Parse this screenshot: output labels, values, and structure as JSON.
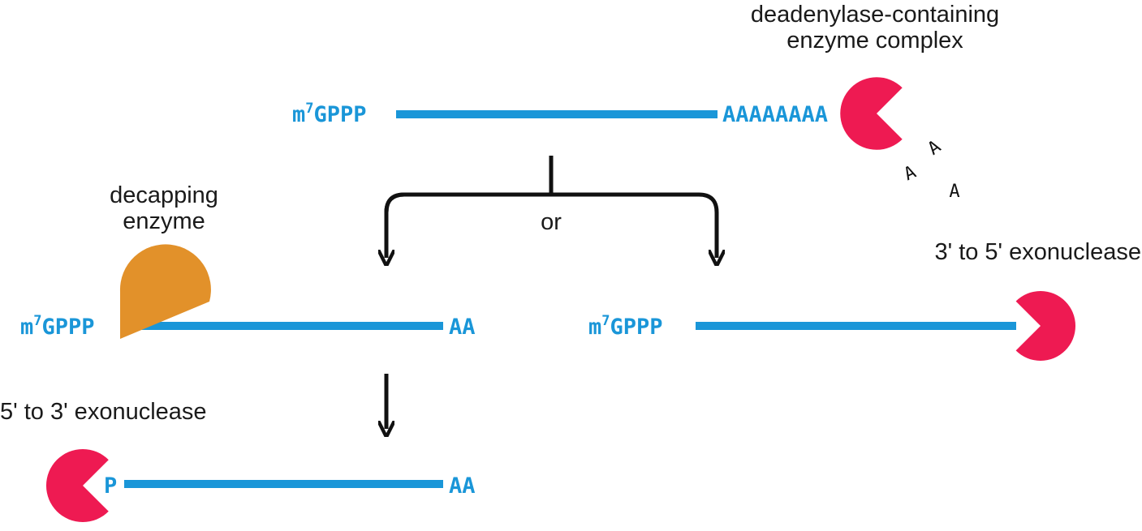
{
  "colors": {
    "mrna": "#1a96d8",
    "nuclease": "#ee1a52",
    "decapping": "#e2912a",
    "arrow": "#111111",
    "text": "#1a1a1a"
  },
  "labels": {
    "deadenylase_line1": "deadenylase-containing",
    "deadenylase_line2": "enzyme complex",
    "decapping_line1": "decapping",
    "decapping_line2": "enzyme",
    "or": "or",
    "exo_3to5": "3' to 5' exonuclease",
    "exo_5to3": "5' to 3' exonuclease"
  },
  "sequences": {
    "cap_base": "m",
    "cap_sup": "7",
    "cap_rest": "GPPP",
    "polyA_full": "AAAAAAAA",
    "polyA_short": "AA",
    "phosphate": "P",
    "released_a": "A"
  },
  "icons": [
    "deadenylase-pacman-icon",
    "decapping-enzyme-icon",
    "exonuclease-3to5-pacman-icon",
    "exonuclease-5to3-pacman-icon"
  ]
}
